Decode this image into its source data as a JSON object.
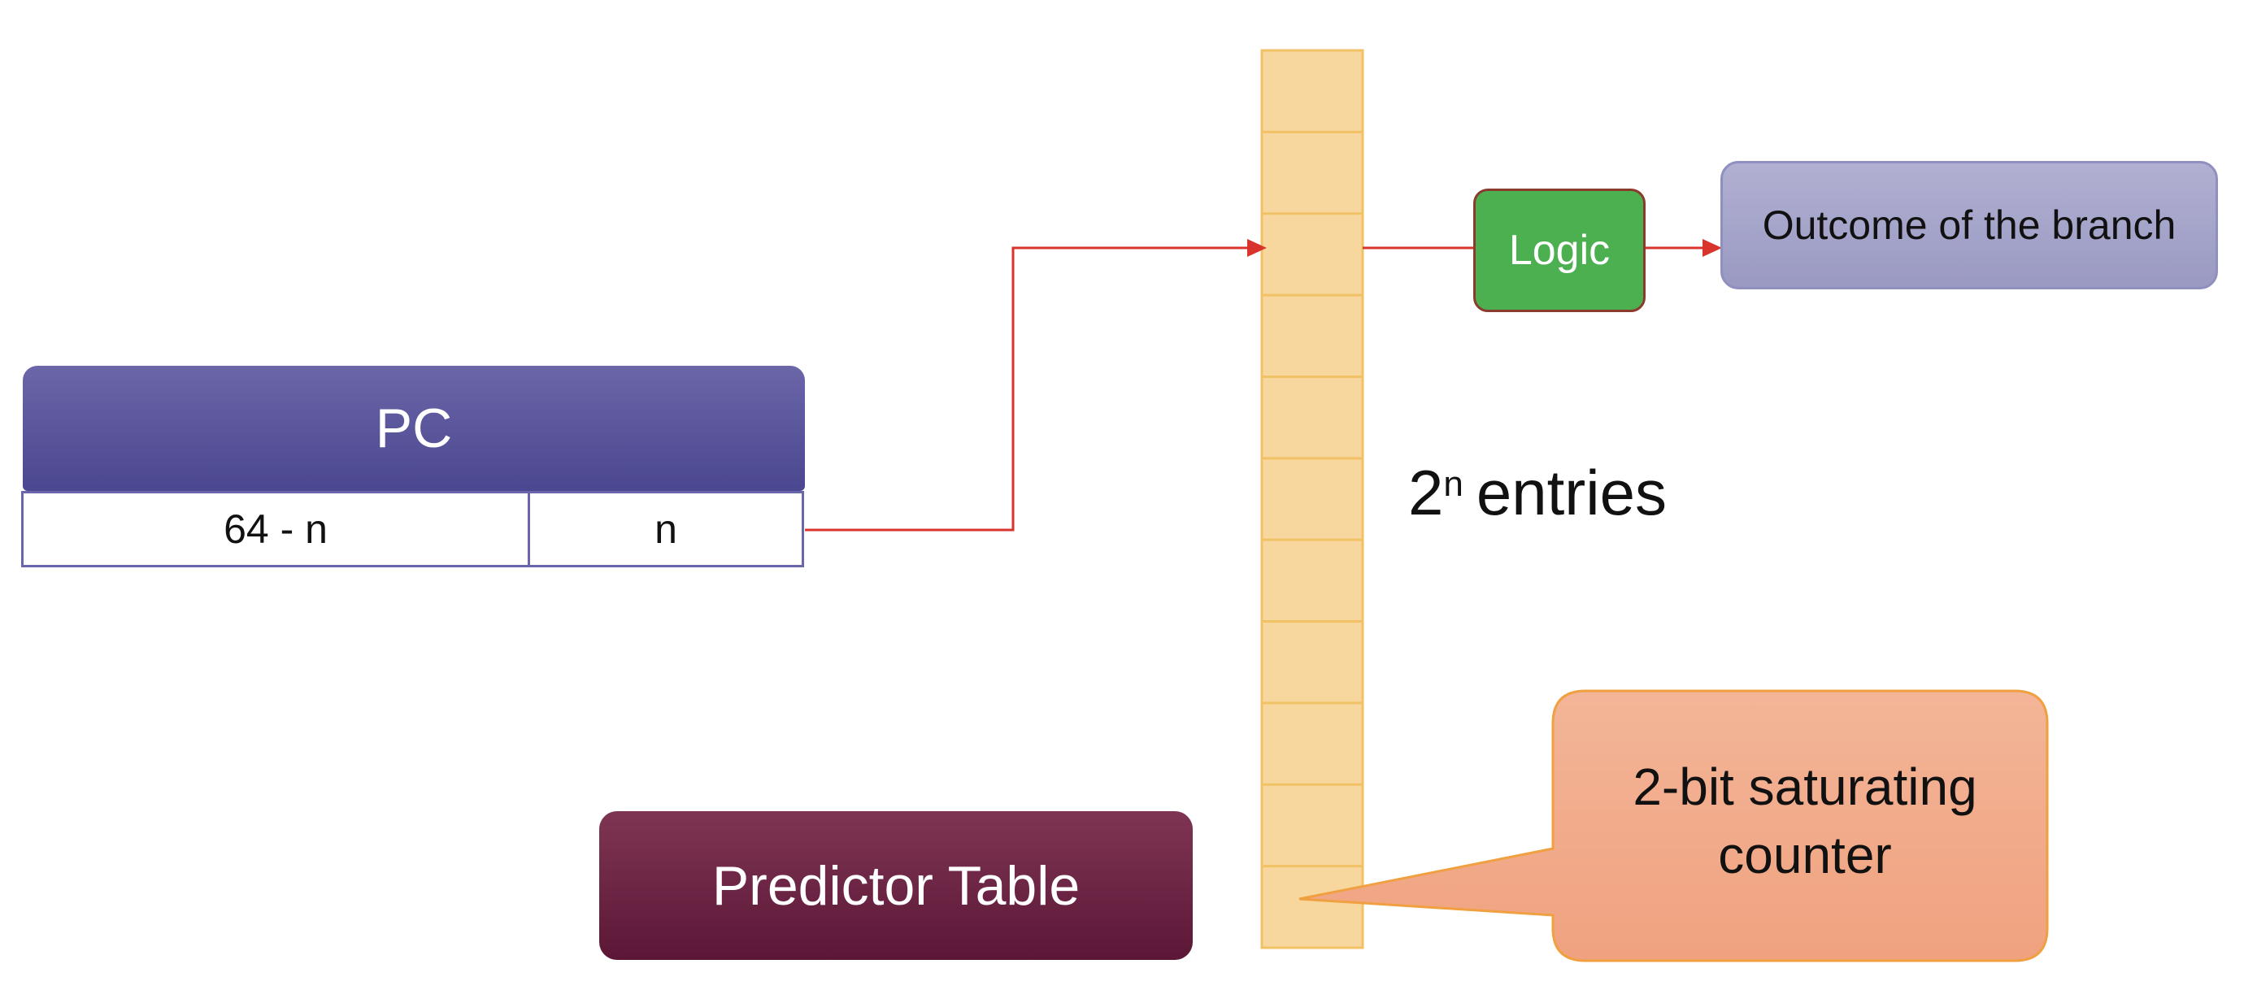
{
  "pc": {
    "label": "PC",
    "high_bits_label": "64 - n",
    "low_bits_label": "n"
  },
  "predictor_table": {
    "label": "Predictor Table",
    "rows": 11
  },
  "logic": {
    "label": "Logic"
  },
  "outcome": {
    "label": "Outcome of the branch"
  },
  "entries": {
    "base": "2",
    "exponent": "n",
    "suffix": "entries"
  },
  "callout": {
    "label": "2-bit saturating counter"
  },
  "colors": {
    "arrow": "#d9342b",
    "table_fill": "#f8d79e",
    "table_border": "#f1c265",
    "callout_fill_top": "#f3b598",
    "callout_fill_bottom": "#f0a27f",
    "callout_border": "#f0a040"
  }
}
